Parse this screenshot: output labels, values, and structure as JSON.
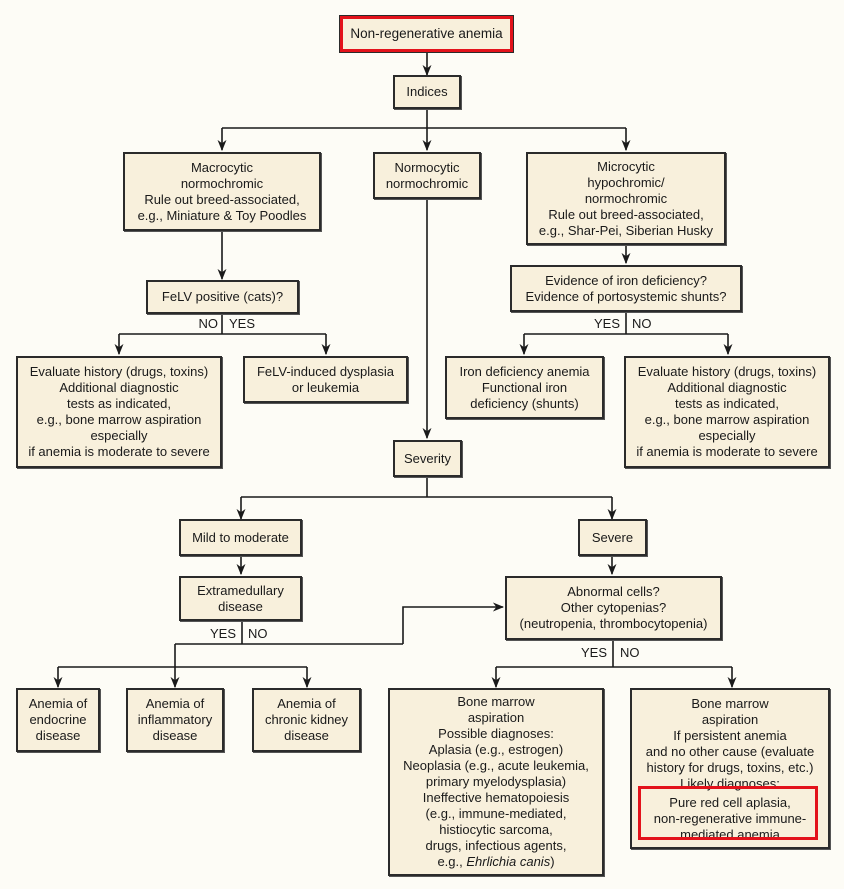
{
  "title": "Non-regenerative anemia",
  "colors": {
    "box_fill": "#f8f0dc",
    "background": "#fdfcf6",
    "border": "#2b2b2b",
    "highlight": "#e3121b"
  },
  "nodes": {
    "root": {
      "lines": [
        "Non-regenerative anemia"
      ]
    },
    "indices": {
      "lines": [
        "Indices"
      ]
    },
    "macrocytic": {
      "lines": [
        "Macrocytic",
        "normochromic",
        "Rule out breed-associated,",
        "e.g., Miniature & Toy Poodles"
      ]
    },
    "normocytic": {
      "lines": [
        "Normocytic",
        "normochromic"
      ]
    },
    "microcytic": {
      "lines": [
        "Microcytic",
        "hypochromic/",
        "normochromic",
        "Rule out breed-associated,",
        "e.g., Shar-Pei, Siberian Husky"
      ]
    },
    "felv_question": {
      "lines": [
        "FeLV positive (cats)?"
      ]
    },
    "iron_question": {
      "lines": [
        "Evidence of iron deficiency?",
        "Evidence of portosystemic shunts?"
      ]
    },
    "evaluate_left": {
      "lines": [
        "Evaluate history (drugs, toxins)",
        "Additional diagnostic",
        "tests as indicated,",
        "e.g., bone marrow aspiration",
        "especially",
        "if anemia is moderate to severe"
      ]
    },
    "felv_induced": {
      "lines": [
        "FeLV-induced dysplasia",
        "or leukemia"
      ]
    },
    "iron_deficiency": {
      "lines": [
        "Iron deficiency anemia",
        "Functional iron",
        "deficiency (shunts)"
      ]
    },
    "evaluate_right": {
      "lines": [
        "Evaluate history (drugs, toxins)",
        "Additional diagnostic",
        "tests as indicated,",
        "e.g., bone marrow aspiration",
        "especially",
        "if anemia is moderate to severe"
      ]
    },
    "severity": {
      "lines": [
        "Severity"
      ]
    },
    "mild": {
      "lines": [
        "Mild to moderate"
      ]
    },
    "severe": {
      "lines": [
        "Severe"
      ]
    },
    "extramedullary": {
      "lines": [
        "Extramedullary",
        "disease"
      ]
    },
    "abnormal": {
      "lines": [
        "Abnormal cells?",
        "Other cytopenias?",
        "(neutropenia, thrombocytopenia)"
      ]
    },
    "endocrine": {
      "lines": [
        "Anemia of",
        "endocrine",
        "disease"
      ]
    },
    "inflammatory": {
      "lines": [
        "Anemia of",
        "inflammatory",
        "disease"
      ]
    },
    "kidney": {
      "lines": [
        "Anemia of",
        "chronic kidney",
        "disease"
      ]
    },
    "bm_yes": {
      "lines": [
        "Bone marrow",
        "aspiration",
        "Possible diagnoses:",
        "Aplasia (e.g., estrogen)",
        "Neoplasia (e.g., acute leukemia,",
        "primary myelodysplasia)",
        "Ineffective hematopoiesis",
        "(e.g., immune-mediated,",
        "histiocytic sarcoma,",
        "drugs, infectious agents,"
      ],
      "last_prefix": "e.g., ",
      "last_italic": "Ehrlichia canis",
      "last_suffix": ")"
    },
    "bm_no": {
      "lines": [
        "Bone marrow",
        "aspiration",
        "If persistent anemia",
        "and no other cause (evaluate",
        "history for drugs, toxins, etc.)",
        "Likely diagnoses:"
      ],
      "highlight_lines": [
        "Pure red cell aplasia,",
        "non-regenerative immune-",
        "mediated anemia"
      ]
    }
  },
  "branch_labels": {
    "felv_no": "NO",
    "felv_yes": "YES",
    "iron_yes": "YES",
    "iron_no": "NO",
    "extra_yes": "YES",
    "extra_no": "NO",
    "abnormal_yes": "YES",
    "abnormal_no": "NO"
  }
}
